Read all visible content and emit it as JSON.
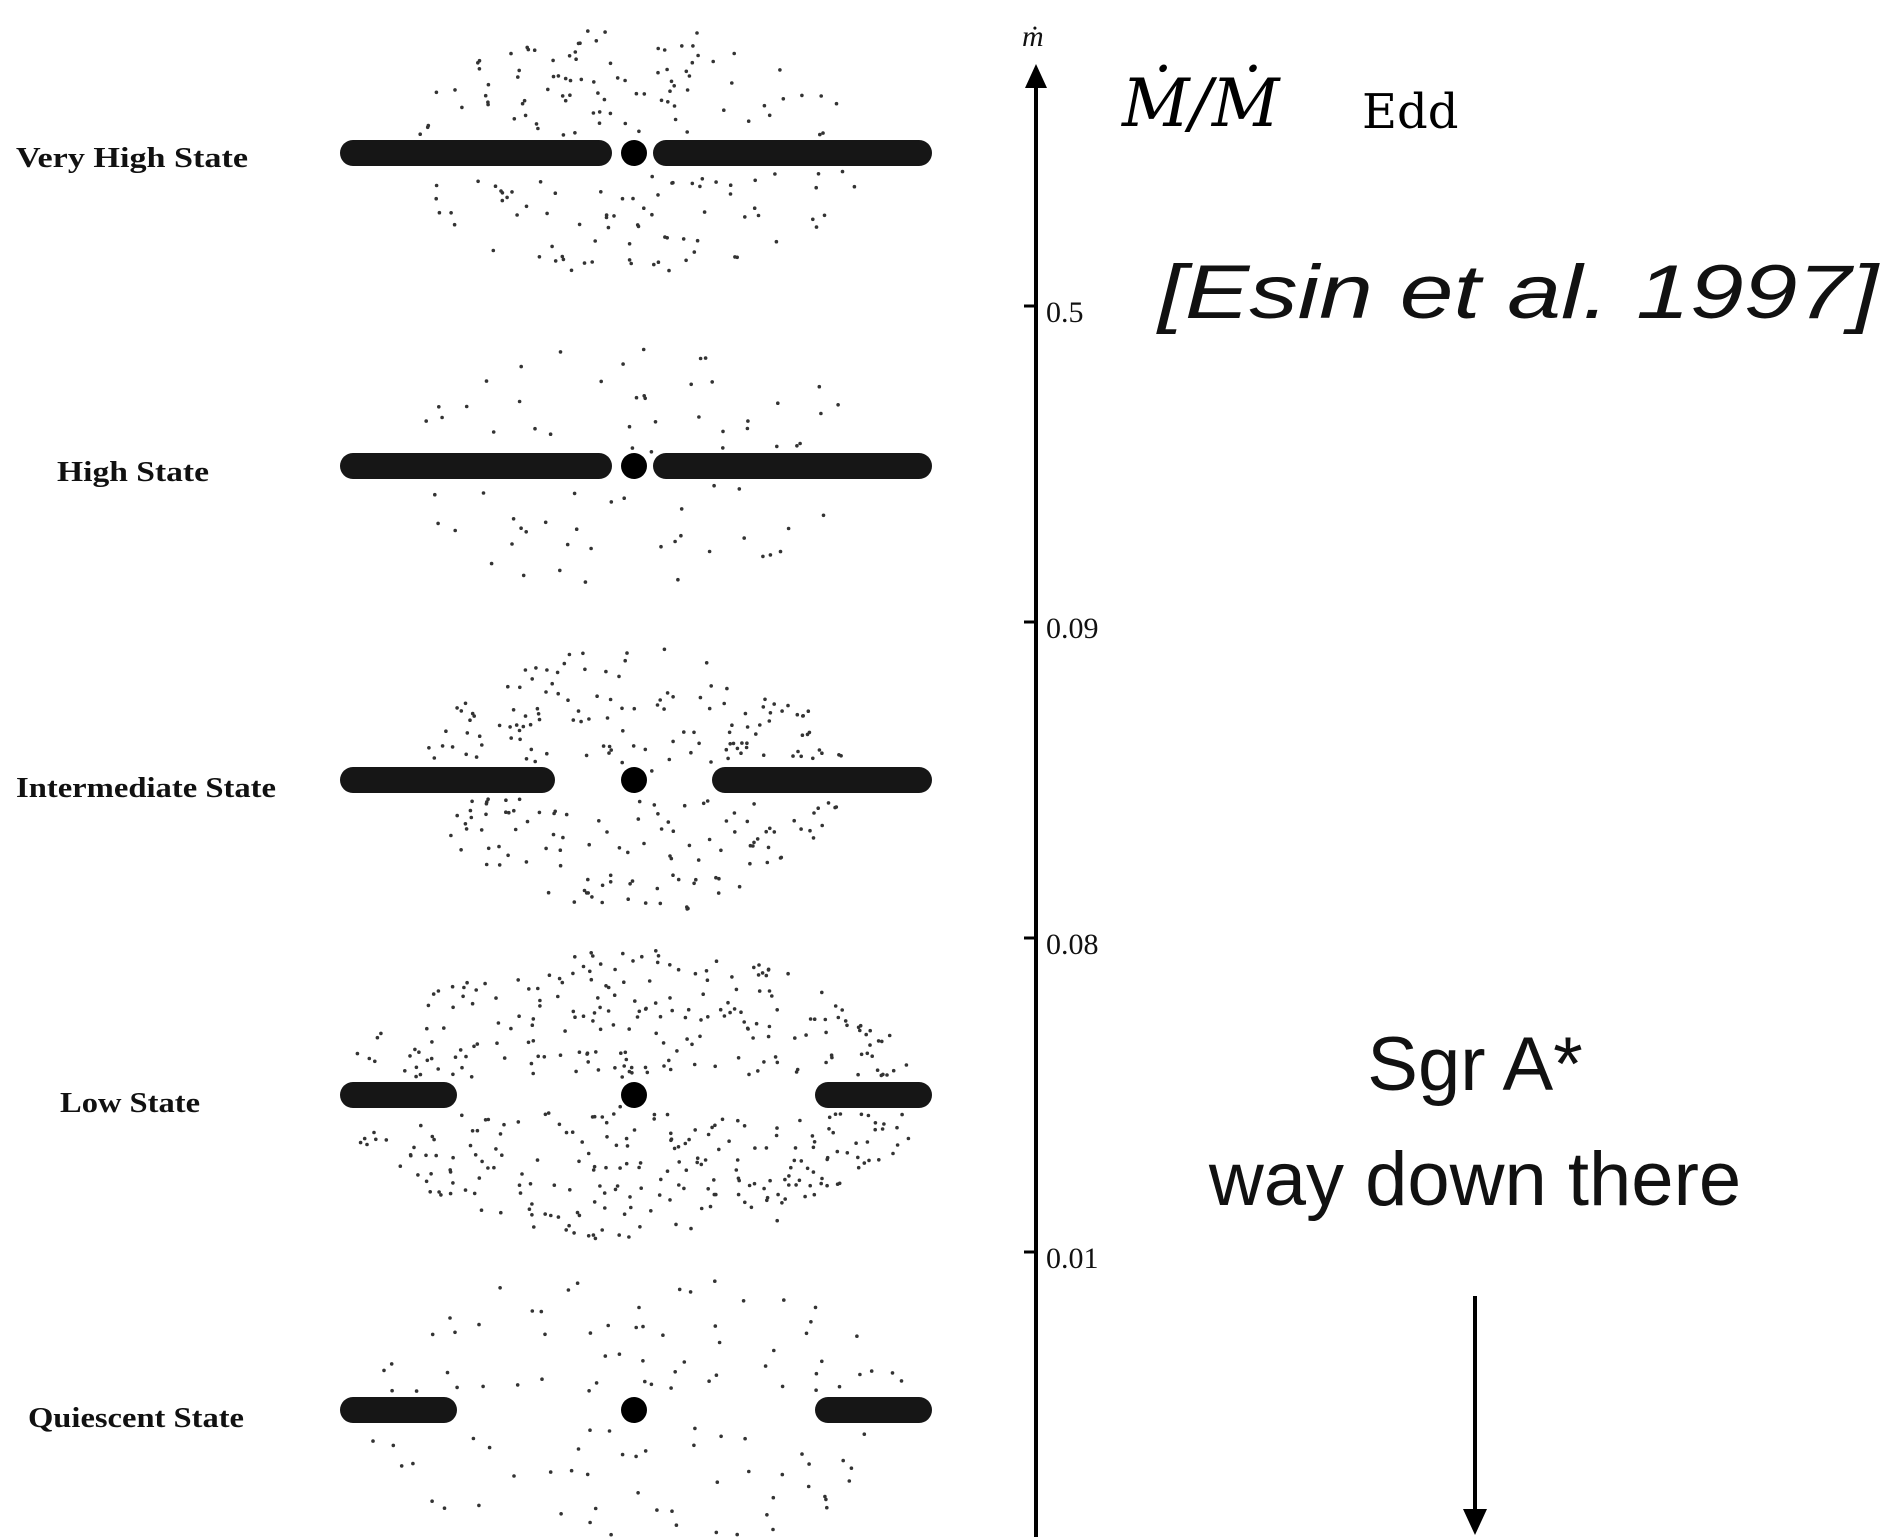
{
  "states": [
    {
      "label": "Very High State",
      "thin_disk": "full",
      "corona": "sparse"
    },
    {
      "label": "High State",
      "thin_disk": "full",
      "corona": "sparse"
    },
    {
      "label": "Intermediate State",
      "thin_disk": "truncated",
      "corona": "dense"
    },
    {
      "label": "Low State",
      "thin_disk": "far-truncated",
      "corona": "very dense"
    },
    {
      "label": "Quiescent State",
      "thin_disk": "far-truncated",
      "corona": "sparse"
    }
  ],
  "axis": {
    "symbol": "ṁ",
    "direction": "up",
    "ticks": [
      "0.5",
      "0.09",
      "0.08",
      "0.01"
    ]
  },
  "equation": {
    "main": "Ṁ/Ṁ",
    "subscript": "Edd"
  },
  "citation": "[Esin et al. 1997]",
  "annotation": {
    "line1": "Sgr A*",
    "line2": "way down there",
    "arrow_direction": "down"
  },
  "colors": {
    "ink": "#111111",
    "background": "#ffffff"
  }
}
